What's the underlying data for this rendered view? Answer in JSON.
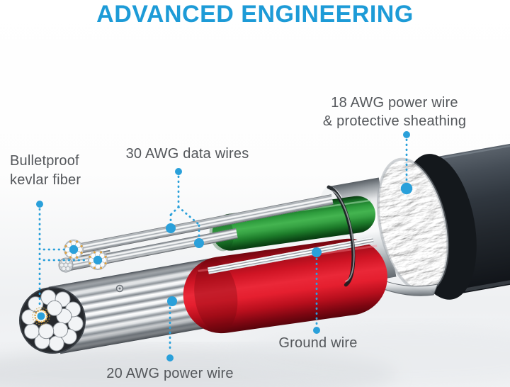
{
  "title": "ADVANCED ENGINEERING",
  "labels": {
    "sheathing_line1": "18 AWG power wire",
    "sheathing_line2": "& protective sheathing",
    "data_wires": "30 AWG data wires",
    "kevlar_line1": "Bulletproof",
    "kevlar_line2": "kevlar fiber",
    "ground": "Ground wire",
    "power_20awg": "20 AWG power wire"
  },
  "colors": {
    "title_blue": "#1d9bd7",
    "accent_blue": "#2aa0da",
    "label_gray": "#54575b",
    "wire_green": "#35a344",
    "wire_red": "#d41627",
    "jacket_dark": "#272d34",
    "sheath_silver": "#d8dadc",
    "kevlar_gold": "#d9a440"
  }
}
